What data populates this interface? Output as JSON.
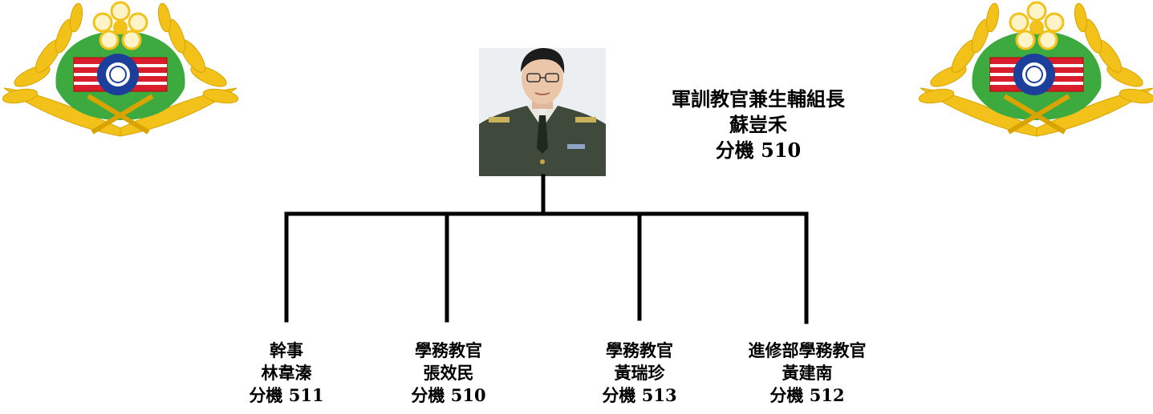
{
  "head": {
    "title": "軍訓教官兼生輔組長",
    "name": "蘇豈禾",
    "extension": "分機 510"
  },
  "members": [
    {
      "title": "幹事",
      "name": "林韋溱",
      "extension": "分機 511"
    },
    {
      "title": "學務教官",
      "name": "張效民",
      "extension": "分機 510"
    },
    {
      "title": "學務教官",
      "name": "黃瑞珍",
      "extension": "分機 513"
    },
    {
      "title": "進修部學務教官",
      "name": "黃建南",
      "extension": "分機 512"
    }
  ],
  "colors": {
    "emblem_gold": "#f2c21b",
    "emblem_green": "#3daa3f",
    "emblem_red": "#d81e2c",
    "emblem_blue": "#1b3f9b",
    "uniform_green": "#3f4a3c",
    "line": "#000000"
  },
  "icons": {
    "emblem": "military-emblem-icon",
    "photo": "officer-portrait"
  }
}
